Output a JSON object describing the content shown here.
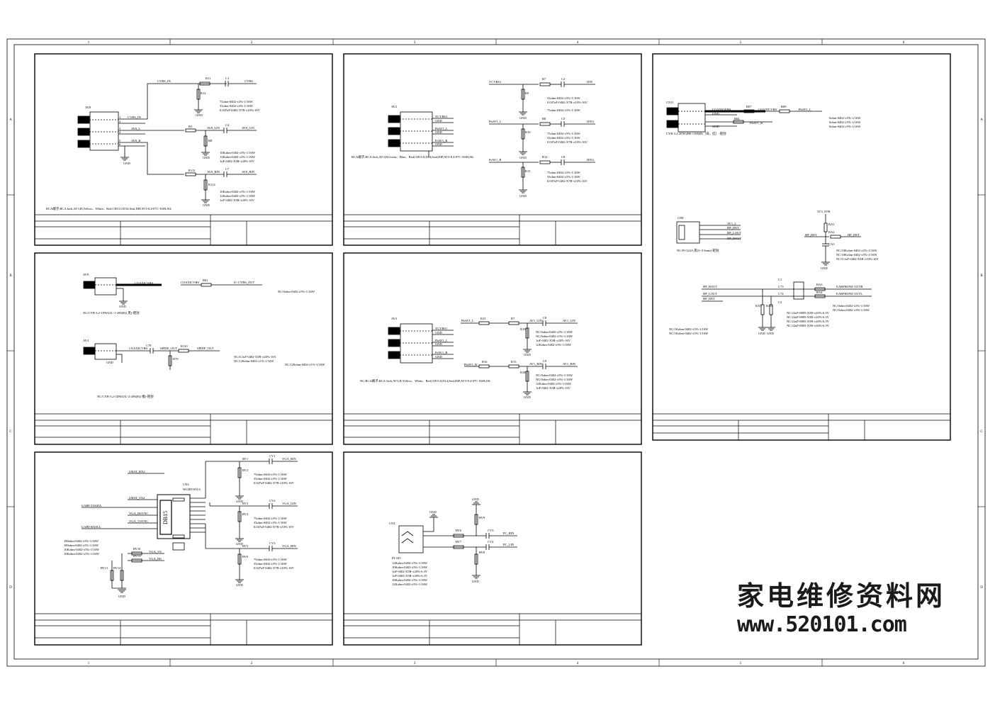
{
  "frame": {
    "col_numbers": [
      "1",
      "2",
      "3",
      "4",
      "5",
      "6"
    ],
    "row_letters": [
      "A",
      "B",
      "C",
      "D"
    ]
  },
  "panels": {
    "p1": {
      "connector": "AV8",
      "pins": [
        "1",
        "2",
        "3",
        "4",
        "5",
        "6"
      ],
      "top_nets": [
        "CVBS_IN",
        "AV0_L",
        "AV0_R"
      ],
      "parts": [
        "R11",
        "C1",
        "R12",
        "R3",
        "C4",
        "R8",
        "R111",
        "C7",
        "R114",
        "GND",
        "GND",
        "GND",
        "GND"
      ],
      "out_nets": [
        "CVBS",
        "AV0_LIN",
        "AV0_RIN",
        "AV0_LIN",
        "AV0_RIN"
      ],
      "notes1": [
        "75ohm-0402-±5%-1/16W",
        "33ohm-0402-±5%-1/16W",
        "0.047uF-0402-X7R-±10%-16V"
      ],
      "notes2": [
        "10Kohm-0402-±5%-1/16W",
        "12Kohm-0402-±5%-1/16W",
        "1uF-0402-X5R-±20%-16V"
      ],
      "notes3": [
        "10Kohm-0402-±5%-1/16W",
        "12Kohm-0402-±5%-1/16W",
        "1uF-0402-X5R-±20%-16V"
      ],
      "caption": "RCA端子,RCA Jack,AV3,H,Yellow、White、Red,CH15.0,D14,Seal,DIP,AV3-8.4-07C-XSH,JSL"
    },
    "p2": {
      "connector": "AV2",
      "pin_nets": [
        "YCVBS1",
        "GND",
        "PbAV1_L",
        "GND",
        "PrAV1_R",
        "GND"
      ],
      "nets": [
        "YCVBS1",
        "PbAV1_L",
        "PrAV1_R"
      ],
      "parts": [
        "R7",
        "C2",
        "R9",
        "R8",
        "C5",
        "R10",
        "R12",
        "C8",
        "R13",
        "GND",
        "GND",
        "GND"
      ],
      "outs": [
        "DIN",
        "DIN1",
        "DIN1"
      ],
      "notes1": [
        "33ohm-0402-±5%-1/16W",
        "0.047uF-0402-X7R-±10%-16V",
        "75ohm-0402-±5%-1/16W"
      ],
      "notes2": [
        "75ohm-0402-±5%-1/16W",
        "33ohm-0402-±5%-1/16W",
        "0.047uF-0402-X7R-±10%-16V"
      ],
      "notes3": [
        "75ohm-0402-±5%-1/16W",
        "33ohm-0402-±5%-1/16W",
        "0.047uF-0402-X7R-±10%-16V"
      ],
      "caption": "RCA端子,RCA Jack,AV3,H,Green、Blue、Red,CH15.0,D14,Seal,DIP,AV3-8.4-07C-XSH,JSL"
    },
    "p3": {
      "connector": "CN11",
      "nets": [
        "COAXIOVBS",
        "GND",
        "GND",
        "PbAV1_R"
      ],
      "parts": [
        "R07",
        "R09",
        "R04"
      ],
      "outs": [
        "COAXICVBS",
        "PbAV1_L"
      ],
      "notes": [
        "0ohm-0402-±5%-1/16W",
        "0ohm-0402-±5%-1/16W",
        "0ohm-0402-±5%-1/16W"
      ],
      "caption": "CYB-3.2-2DW2H0-1106(R)（白，红）-矩封"
    },
    "p3b": {
      "connector": "CN8",
      "nets": [
        "AV1_L",
        "HP_DET",
        "HP_LOUT",
        "HP_ROUT"
      ],
      "caption": "NC/PJ-322A 黑(3~5.0mm)-矩封",
      "power": "3V3_STB",
      "parts": [
        "RA1",
        "RA2",
        "CA3",
        "GND"
      ],
      "nets2": [
        "HP_DET",
        "HP_DET"
      ],
      "notes": [
        "NC/10Kohm-0402-±5%-1/16W",
        "NC/10Kohm-0402-±5%-1/16W",
        "NC/0.1uF-0402-X5R-±10%-16V"
      ]
    },
    "p3c": {
      "nets_in": [
        "HP_ROUT",
        "HP_LOUT",
        "HP_DET"
      ],
      "parts": [
        "C1",
        "C73",
        "C74",
        "C2",
        "RA3",
        "RA4",
        "RA5",
        "RA6",
        "GND",
        "GND"
      ],
      "outs": [
        "EARPHONE OUTR",
        "EARPHONE OUTL"
      ],
      "notes": [
        "NC/0ohm-0402-±5%-1/16W",
        "NC/0ohm-0402-±5%-1/16W"
      ],
      "notes2": [
        "NC/22uF-0805-X5R-±20%-6.3V",
        "NC/22uF-0805-X5R-±20%-6.3V",
        "NC/22uF-0805-X5R-±20%-6.3V",
        "NC/22uF-0805-X5R-±20%-6.3V"
      ],
      "notes3": [
        "NC/1Kohm-0402-±5%-1/16W",
        "NC/1Kohm-0402-±5%-1/16W"
      ]
    },
    "p4": {
      "connector1": "AV9",
      "net1": "COAXICVBS",
      "part1": "R01",
      "out1": "IC-CVBS_OUT",
      "caption1": "NC/CYB-3.2-1DW23C-1-206(R)( 黑)-矩封",
      "note1": "NC/0ohm-0402-±5%-1/16W",
      "connector2": "AV4",
      "net2": "COAXICVBS",
      "part2": [
        "C78",
        "R110",
        "R70"
      ],
      "net2b": "SPDIF_OUT",
      "out2": "SPDIF_OUT",
      "notes2": [
        "NC/0.1uF-0402-X5R-±20%-16V",
        "NC/120ohm-0402-±1%-1/16W"
      ],
      "note2b": "NC/120ohm-0402-±1%-1/16W",
      "caption2": "NC/CYB-3.2-1DW23C-2-206(R)( 橙)-矩封",
      "gnd": [
        "GND",
        "GND"
      ]
    },
    "p5": {
      "connector": "AV3",
      "pin_nets": [
        "YCVBS1",
        "GND",
        "PbAV1_L",
        "GND",
        "PrAV1_R",
        "GND"
      ],
      "nets": [
        "PbAV1_L",
        "PbAV1_R"
      ],
      "parts": [
        "R15",
        "R7",
        "C8",
        "R19",
        "R16",
        "R13",
        "C9",
        "R18",
        "GND",
        "GND"
      ],
      "outs": [
        "AV1_LIN",
        "AV1_RIN",
        "AV1_LIN",
        "AV1_RIN"
      ],
      "notes1": [
        "NC/0ohm-0402-±5%-1/16W",
        "NC/0ohm-0402-±5%-1/16W",
        "1uF-0402-X5R-±20%-16V",
        "12Kohm-0402-±5%-1/16W"
      ],
      "notes2": [
        "NC/0ohm-0402-±5%-1/16W",
        "NC/0ohm-0402-±5%-1/16W",
        "12Kohm-0402-±5%-1/16W",
        "1uF-0402-X5R-±20%-16V"
      ],
      "caption": "NC/RCA端子,RCA Jack,AV3,H,Yellow、White、Red,CH15.0,D14,Seal,DIP,AV3-8.4-07C-XSH,JSL"
    },
    "p6": {
      "connector": "CN3",
      "conn_label": "WLHD-051A",
      "ic_label": "DB15",
      "nets_left": [
        "URAT_RX2",
        "URAT_TX2",
        "UART-TXSDA",
        "VGA_HSYNC",
        "VGA_VSYNC",
        "UART-RXSCL"
      ],
      "parts": [
        "RV1",
        "CV1",
        "RV2",
        "RV3",
        "CV2",
        "RV4",
        "RV5",
        "CV3",
        "RV6",
        "RV10",
        "RV13",
        "RV11",
        "RV14"
      ],
      "outs": [
        "VGA_RIN",
        "VGA_GIN",
        "VGA_BIN"
      ],
      "vga_nets": [
        "VGA_VS",
        "VGA_HS"
      ],
      "notesR": [
        "75ohm-0402-±5%-1/16W",
        "33ohm-0402-±5%-1/16W",
        "0.047uF-0402-X7R-±10%-16V"
      ],
      "notesG": [
        "75ohm-0402-±5%-1/16W",
        "33ohm-0402-±5%-1/16W",
        "0.047uF-0402-X7R-±10%-16V"
      ],
      "notesB": [
        "75ohm-0402-±5%-1/16W",
        "33ohm-0402-±5%-1/16W",
        "0.047uF-0402-X7R-±10%-16V"
      ],
      "notesL": [
        "180ohm-0402-±5%-1/16W",
        "180ohm-0402-±5%-1/16W",
        "10Kohm-0402-±5%-1/16W",
        "10Kohm-0402-±5%-1/16W"
      ],
      "gnd": [
        "GND",
        "GND",
        "GND",
        "GND"
      ]
    },
    "p7": {
      "connector": "CN4",
      "parts": [
        "RV9",
        "RV6",
        "CV3",
        "RV7",
        "CV4",
        "RV8"
      ],
      "outs": [
        "PC_RIN",
        "PC_LIN"
      ],
      "gnd": [
        "GND",
        "GND",
        "GND"
      ],
      "caption": "PJ-335",
      "notes": [
        "12Kohm-0402-±5%-1/16W",
        "10Kohm-0402-±5%-1/16W",
        "1uF-0402-X5R-±20%-6.3V",
        "1uF-0402-X5R-±20%-6.3V",
        "10Kohm-0402-±5%-1/16W",
        "12Kohm-0402-±5%-1/16W"
      ]
    }
  },
  "watermark": {
    "cn": "家电维修资料网",
    "url": "www.520101.com"
  }
}
